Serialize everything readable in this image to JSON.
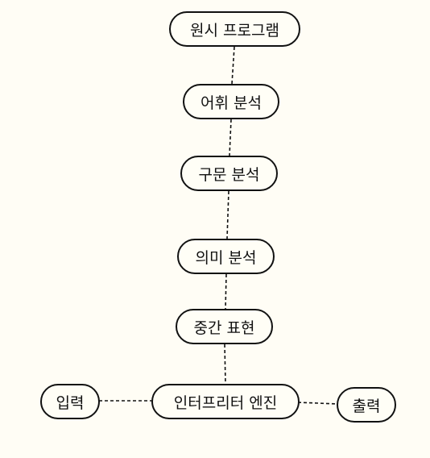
{
  "diagram": {
    "nodes": {
      "source": "원시 프로그램",
      "lexical": "어휘 분석",
      "syntax": "구문 분석",
      "semantic": "의미 분석",
      "intermediate": "중간 표현",
      "interpreter": "인터프리터 엔진",
      "input": "입력",
      "output": "출력"
    },
    "edges": [
      [
        "source",
        "lexical"
      ],
      [
        "lexical",
        "syntax"
      ],
      [
        "syntax",
        "semantic"
      ],
      [
        "semantic",
        "intermediate"
      ],
      [
        "intermediate",
        "interpreter"
      ],
      [
        "input",
        "interpreter"
      ],
      [
        "interpreter",
        "output"
      ]
    ],
    "line_style": "dashed",
    "colors": {
      "background": "#fffdf5",
      "stroke": "#111111"
    }
  }
}
